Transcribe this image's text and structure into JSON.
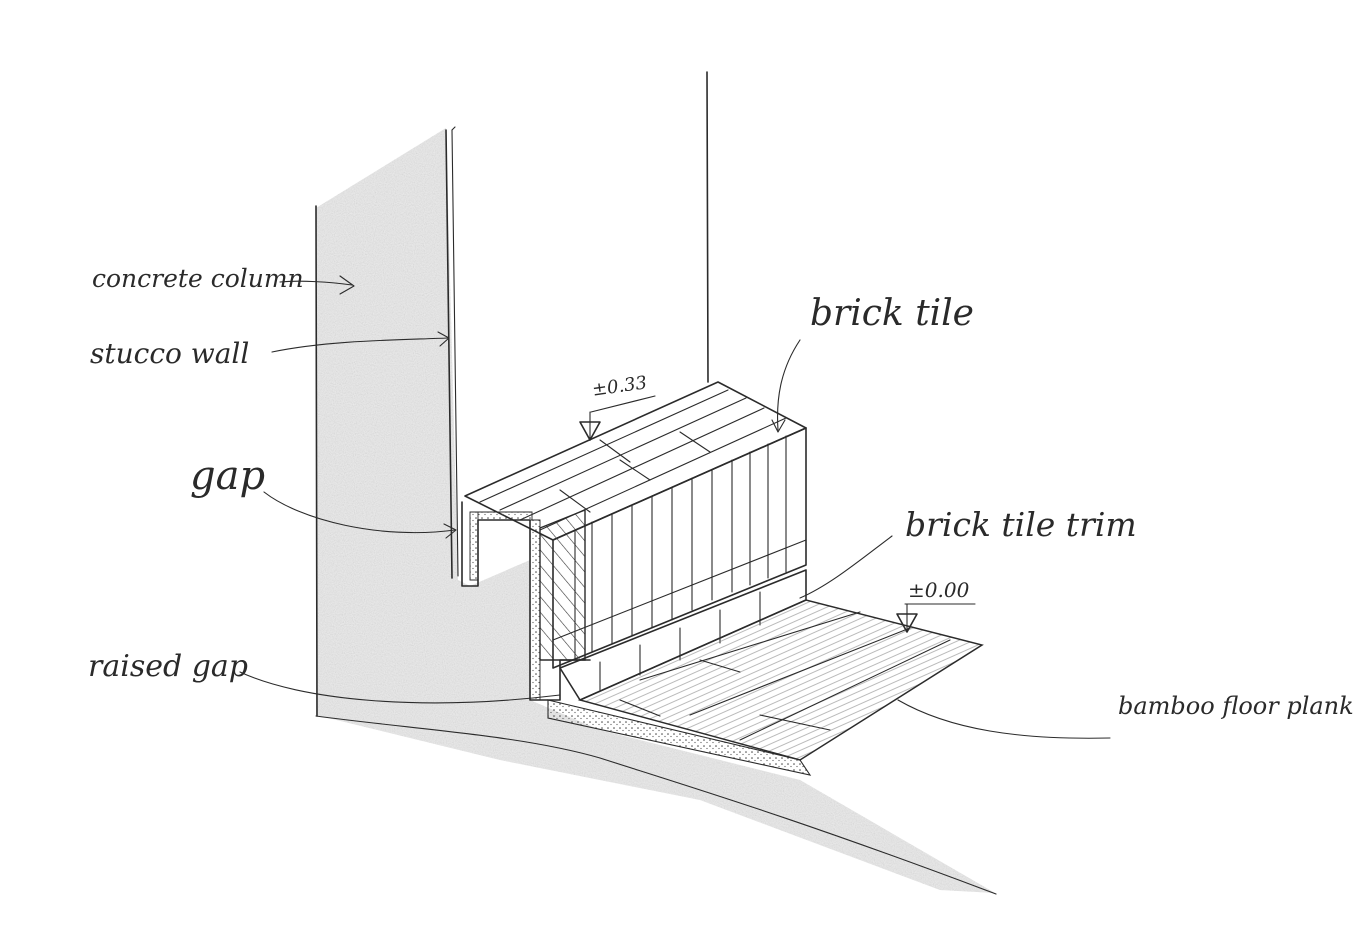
{
  "labels": {
    "concrete_column": "concrete column",
    "stucco_wall": "stucco wall",
    "gap": "gap",
    "raised_gap": "raised gap",
    "brick_tile": "brick tile",
    "brick_tile_trim": "brick tile trim",
    "bamboo_floor_plank": "bamboo floor plank",
    "level_top": "±0.33",
    "level_floor": "±0.00"
  },
  "colors": {
    "ink": "#2b2b2b",
    "paper": "#ffffff",
    "concrete_shade": "#c9c9c9"
  }
}
